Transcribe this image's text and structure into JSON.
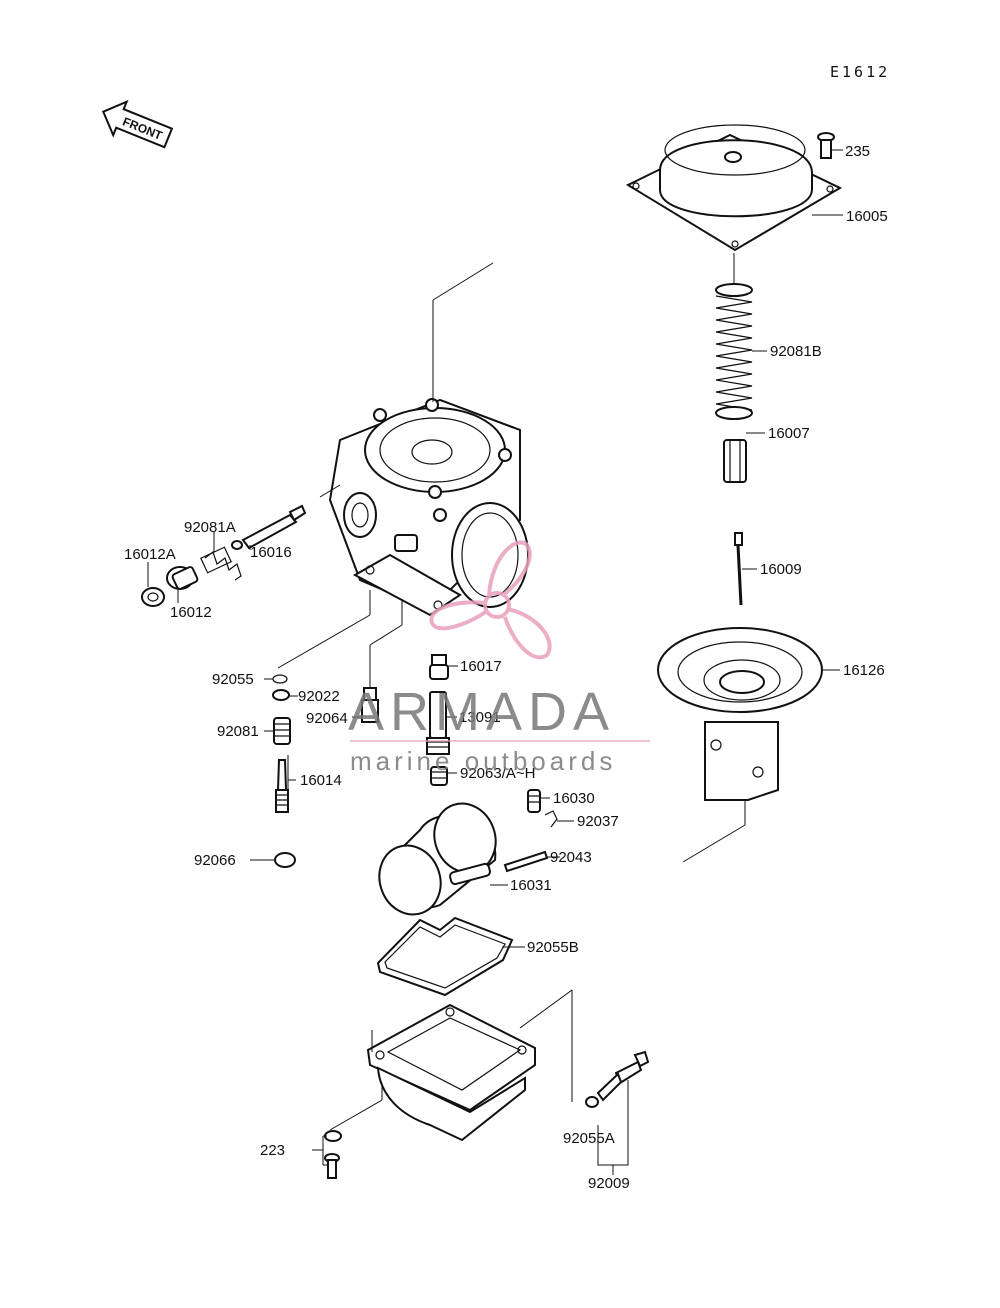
{
  "diagram_code": "E1612",
  "front_arrow_label": "FRONT",
  "watermark": {
    "brand": "ARMADA",
    "tagline": "marine outboards",
    "color": "#e8a0bd",
    "text_color": "#777777"
  },
  "parts": {
    "p235": "235",
    "p16005": "16005",
    "p92081B": "92081B",
    "p16007": "16007",
    "p16009": "16009",
    "p16126": "16126",
    "p92081A": "92081A",
    "p16012A": "16012A",
    "p16016": "16016",
    "p16012": "16012",
    "p92055": "92055",
    "p92022": "92022",
    "p92064": "92064",
    "p92081": "92081",
    "p16017": "16017",
    "p13091": "13091",
    "p16014": "16014",
    "p92063": "92063/A~H",
    "p16030": "16030",
    "p92037": "92037",
    "p92066": "92066",
    "p92043": "92043",
    "p16031": "16031",
    "p92055B": "92055B",
    "p223": "223",
    "p92055A": "92055A",
    "p92009": "92009"
  }
}
